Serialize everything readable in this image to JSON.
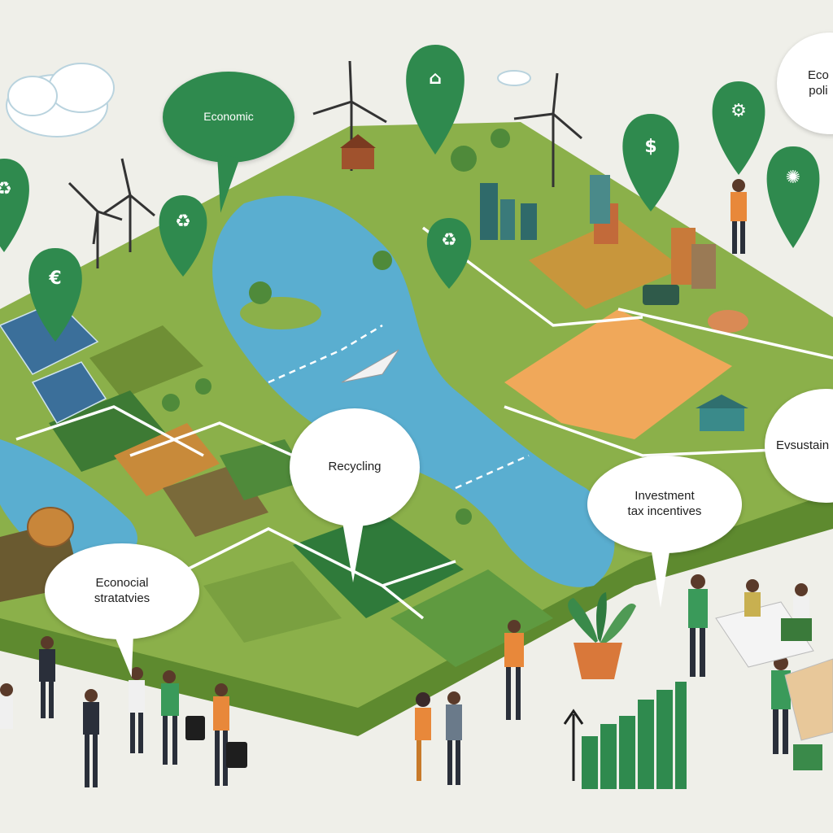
{
  "labels": {
    "economic": "Economic",
    "policy_line1": "Eco",
    "policy_line2": "poli",
    "recycling": "Recycling",
    "investment_line1": "Investment",
    "investment_line2": "tax incentives",
    "sustain": "Evsustain",
    "strategies_line1": "Econocial",
    "strategies_line2": "stratatvies"
  },
  "pins": [
    {
      "icon": "recycle-icon",
      "glyph": "♻"
    },
    {
      "icon": "euro-icon",
      "glyph": "€"
    },
    {
      "icon": "recycle-icon",
      "glyph": "♻"
    },
    {
      "icon": "bag-icon",
      "glyph": "⌂"
    },
    {
      "icon": "recycle-icon",
      "glyph": "♻"
    },
    {
      "icon": "dollar-icon",
      "glyph": "$"
    },
    {
      "icon": "gear-icon",
      "glyph": "⚙"
    },
    {
      "icon": "sun-icon",
      "glyph": "✺"
    }
  ],
  "colors": {
    "background": "#efefe9",
    "land": "#8bb04a",
    "land_dark": "#6a8f35",
    "water": "#5aaed0",
    "pin_green": "#2f8a4e",
    "orange_field": "#f0a85a",
    "person_orange": "#e8883a"
  }
}
